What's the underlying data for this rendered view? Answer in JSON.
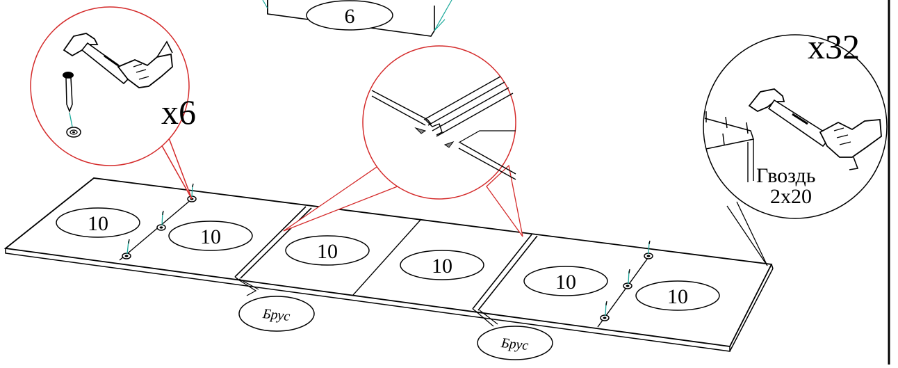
{
  "top_part": {
    "label": "6"
  },
  "panels": [
    {
      "label": "10"
    },
    {
      "label": "10"
    },
    {
      "label": "10"
    },
    {
      "label": "10"
    },
    {
      "label": "10"
    },
    {
      "label": "10"
    }
  ],
  "callout_left": {
    "count": "x6"
  },
  "callout_right": {
    "count": "x32",
    "nail_line1": "Гвоздь",
    "nail_line2": "2x20"
  },
  "batten_labels": [
    {
      "label": "Брус"
    },
    {
      "label": "Брус"
    }
  ],
  "colors": {
    "callout": "#d42a2a",
    "guide": "#1aa89a",
    "line": "#000000"
  },
  "icons": [
    "hammer-icon",
    "nail-icon",
    "washer-icon",
    "hand-icon"
  ]
}
